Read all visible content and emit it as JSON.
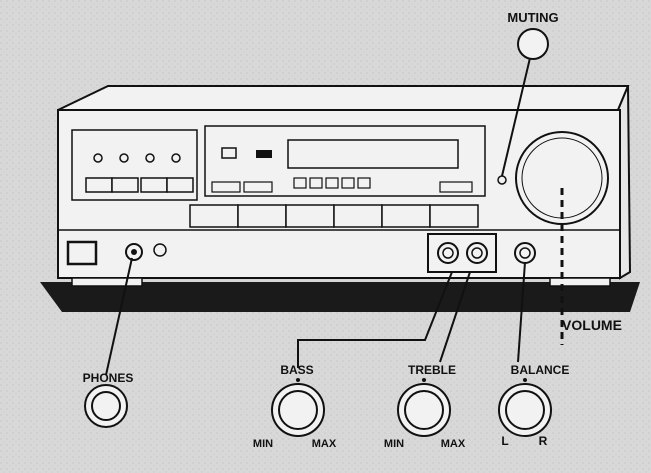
{
  "labels": {
    "muting": "MUTING",
    "volume": "VOLUME",
    "phones": "PHONES",
    "bass": "BASS",
    "treble": "TREBLE",
    "balance": "BALANCE"
  },
  "knob_marks": {
    "bass_min": "MIN",
    "bass_max": "MAX",
    "treble_min": "MIN",
    "treble_max": "MAX",
    "balance_left": "L",
    "balance_right": "R"
  },
  "colors": {
    "background": "#d8d8d8",
    "line": "#111111",
    "panel": "#f2f2f2",
    "base_stripe": "#1a1a1a"
  }
}
